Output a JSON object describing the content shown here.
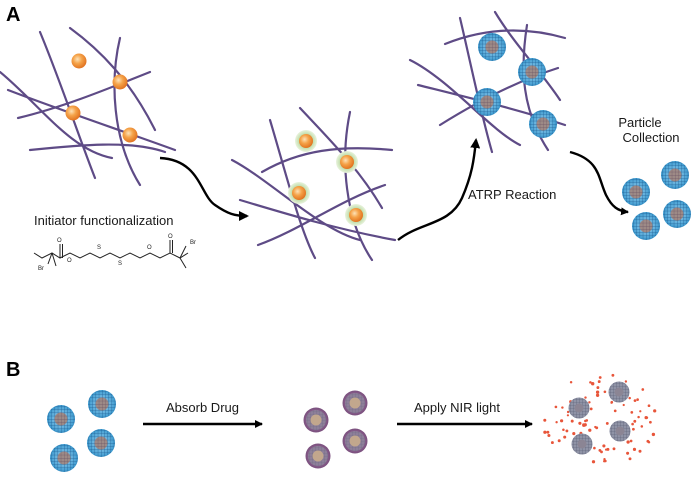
{
  "panel_a": {
    "label": "A",
    "step1_label": "Initiator functionalization",
    "step2_label": "ATRP Reaction",
    "step3_label_line1": "Particle",
    "step3_label_line2": "Collection",
    "chem_atom_labels": [
      "O",
      "O",
      "S",
      "S",
      "O",
      "O",
      "Br",
      "Br"
    ]
  },
  "panel_b": {
    "label": "B",
    "step1_label": "Absorb Drug",
    "step2_label": "Apply NIR light"
  },
  "colors": {
    "fiber": "#5e4b86",
    "core_orange": "#f08a2c",
    "shell_blue": "#4aa8d8",
    "drug_purple": "#8a5a8a",
    "release_dot": "#e8553a"
  }
}
